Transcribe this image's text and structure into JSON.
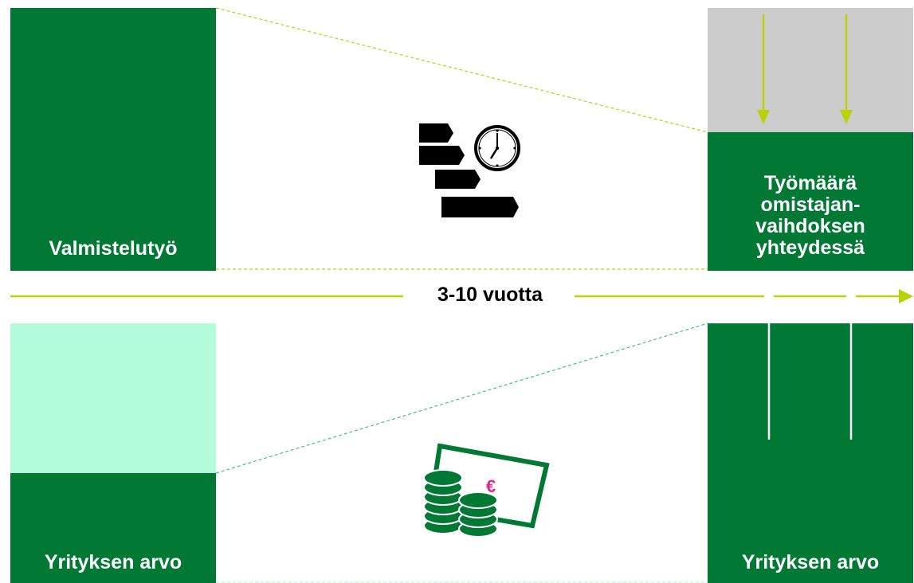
{
  "top_left": {
    "label": "Valmistelutyö"
  },
  "top_right": {
    "label_lines": [
      "Työmäärä",
      "omistajan-",
      "vaihdoksen",
      "yhteydessä"
    ]
  },
  "timeline": {
    "label": "3-10 vuotta"
  },
  "bottom_left": {
    "label": "Yrityksen arvo"
  },
  "bottom_right": {
    "label": "Yrityksen arvo"
  },
  "icons": {
    "top_center": "task-schedule-clock-icon",
    "bottom_center": "euro-money-coins-icon",
    "top_right_arrows": "arrow-down-icon",
    "bottom_right_arrows": "arrow-up-icon"
  },
  "colors": {
    "dark_green": "#017934",
    "light_grey": "#cccccc",
    "mint": "#b3fcd9",
    "lime": "#b9d20a",
    "euro_pink": "#e0288c"
  },
  "euro_symbol": "€"
}
